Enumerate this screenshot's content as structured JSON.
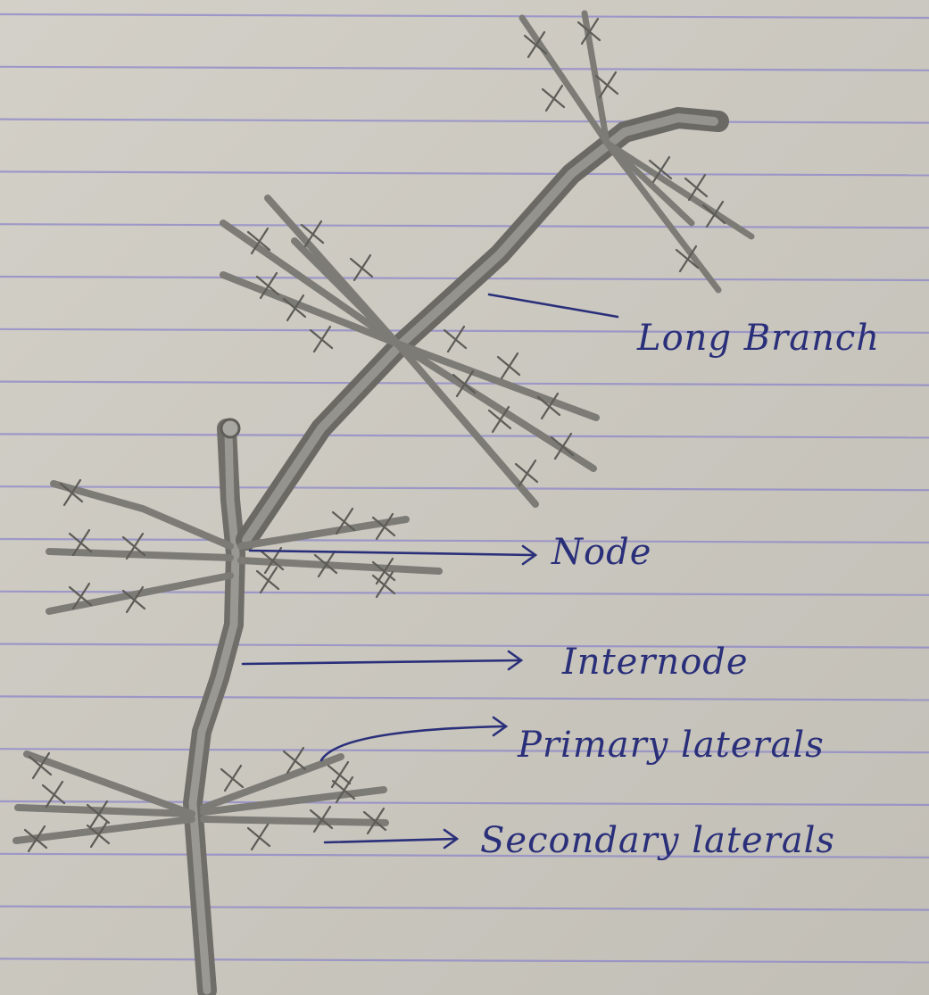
{
  "diagram": {
    "labels": {
      "long_branch": "Long Branch",
      "node": "Node",
      "internode": "Internode",
      "primary_laterals": "Primary laterals",
      "secondary_laterals": "Secondary laterals"
    },
    "colors": {
      "paper": "#cdcac2",
      "ruling": "#8d87c9",
      "pencil": "#7b7a76",
      "pencil_dark": "#55544f",
      "ink": "#2a2f7a"
    }
  }
}
